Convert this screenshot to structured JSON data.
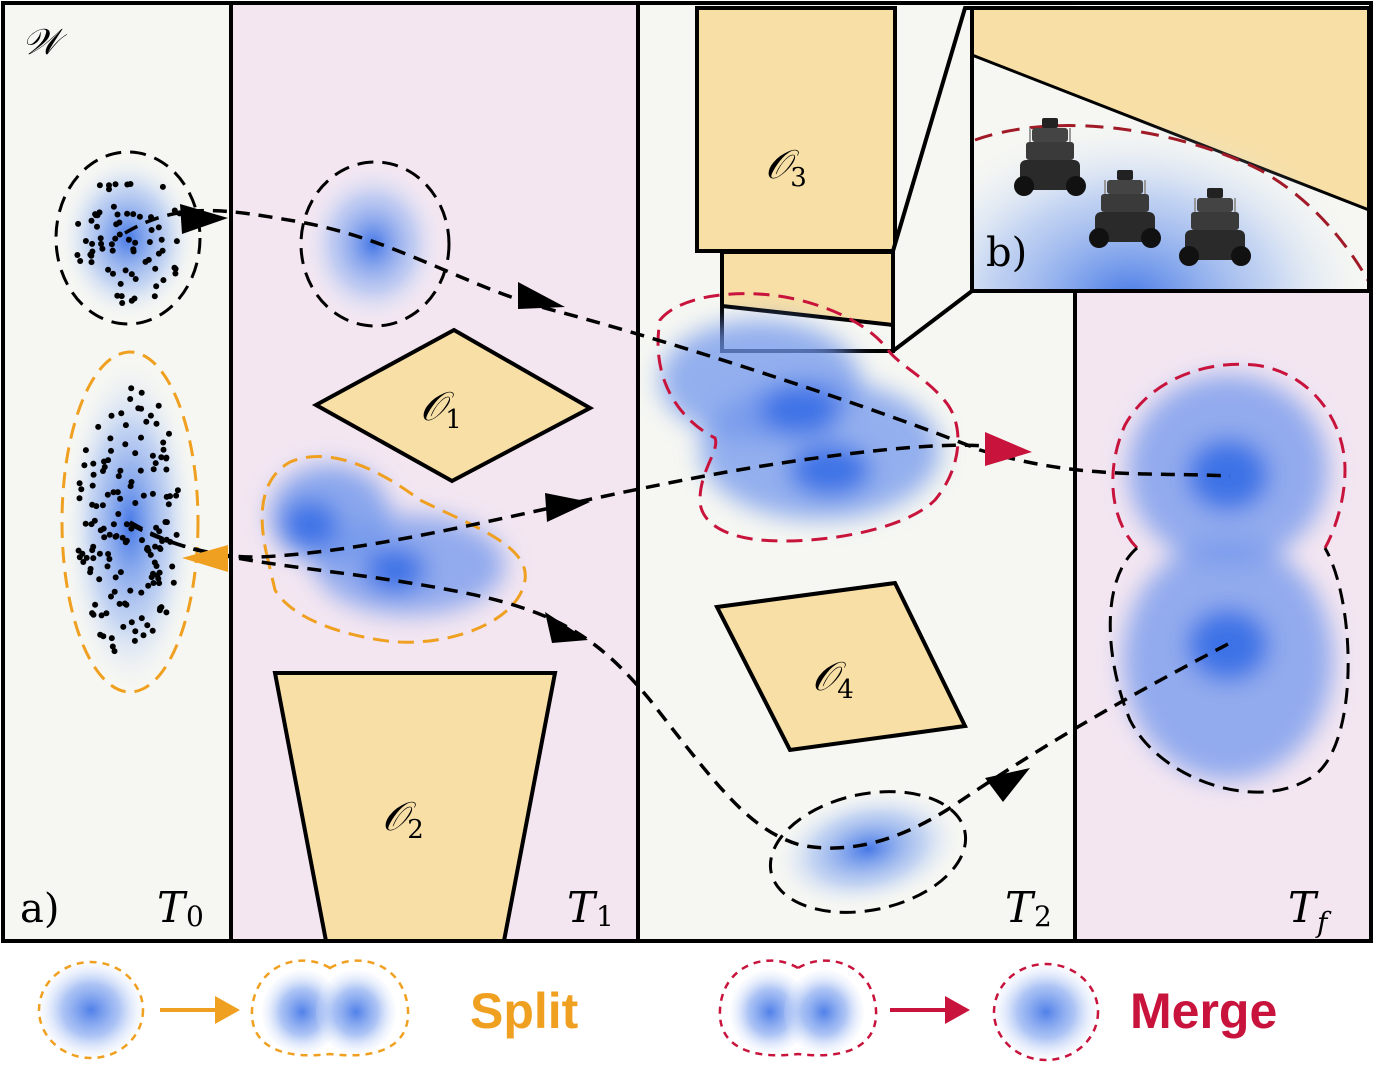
{
  "workspace_label": "𝒲",
  "panel_a_label": "a)",
  "panel_b_label": "b)",
  "time_labels": {
    "t0": "T",
    "t0_sub": "0",
    "t1": "T",
    "t1_sub": "1",
    "t2": "T",
    "t2_sub": "2",
    "tf": "T",
    "tf_sub": "f"
  },
  "obstacles": {
    "o1": "𝒪",
    "o1_sub": "1",
    "o2": "𝒪",
    "o2_sub": "2",
    "o3": "𝒪",
    "o3_sub": "3",
    "o4": "𝒪",
    "o4_sub": "4"
  },
  "legend": {
    "split": "Split",
    "merge": "Merge"
  },
  "colors": {
    "split": "#f0a020",
    "merge": "#c8143c",
    "obstacle": "#f7dfa6",
    "panel_light": "#f6f7f2",
    "panel_pink": "#f3e6f1",
    "blob_blue": "#3f74e8"
  }
}
